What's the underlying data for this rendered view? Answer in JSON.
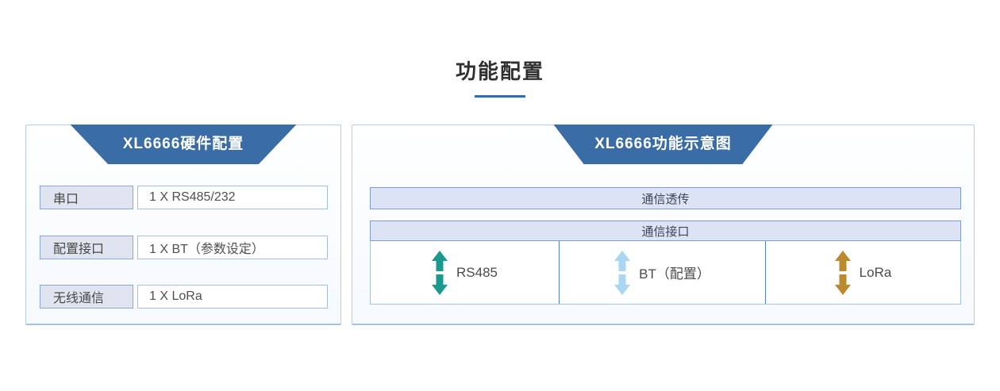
{
  "page": {
    "title": "功能配置"
  },
  "hardware_panel": {
    "title": "XL6666硬件配置",
    "rows": [
      {
        "label": "串口",
        "value": "1 X RS485/232"
      },
      {
        "label": "配置接口",
        "value": "1 X BT（参数设定）"
      },
      {
        "label": "无线通信",
        "value": "1 X LoRa"
      }
    ]
  },
  "diagram_panel": {
    "title": "XL6666功能示意图",
    "passthrough_label": "通信透传",
    "interface_label": "通信接口",
    "columns": [
      {
        "label": "RS485",
        "arrow_icon": "double-vertical-arrow-icon",
        "arrow_color": "#1a998f"
      },
      {
        "label": "BT（配置）",
        "arrow_icon": "double-vertical-arrow-icon",
        "arrow_color": "#a9d6f3"
      },
      {
        "label": "LoRa",
        "arrow_icon": "double-vertical-arrow-icon",
        "arrow_color": "#bb8a2e"
      }
    ]
  },
  "colors": {
    "header_blue": "#3a6ca5",
    "title_underline": "#2d6db3",
    "panel_border": "#b5cde9",
    "section_bar_bg": "#dbe3f4",
    "section_bar_border": "#7f9bd1",
    "label_box_bg": "#dfe4f0",
    "label_box_border": "#8ba7d7",
    "divider_blue": "#4e84c4",
    "teal_arrow": "#1a998f",
    "lightblue_arrow": "#a9d6f3",
    "gold_arrow": "#bb8a2e"
  }
}
